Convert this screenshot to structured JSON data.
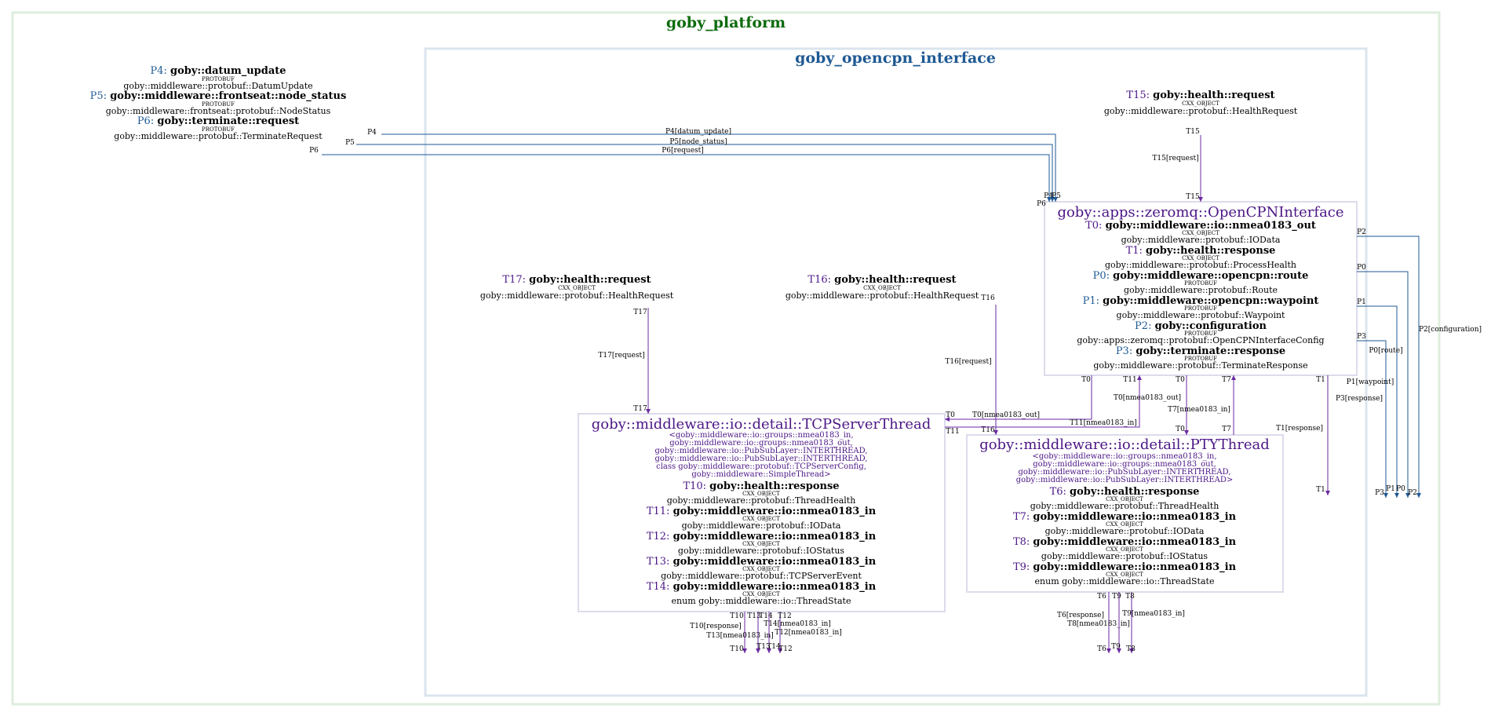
{
  "platform": {
    "title": "goby_platform",
    "color": "#0d6b0d"
  },
  "interface": {
    "title": "goby_opencpn_interface",
    "color": "#1f5a94"
  },
  "external": {
    "lines": [
      {
        "id": "P4",
        "label": "goby::datum_update",
        "scheme": "PROTOBUF",
        "type": "goby::middleware::protobuf::DatumUpdate"
      },
      {
        "id": "P5",
        "label": "goby::middleware::frontseat::node_status",
        "scheme": "PROTOBUF",
        "type": "goby::middleware::frontseat::protobuf::NodeStatus"
      },
      {
        "id": "P6",
        "label": "goby::terminate::request",
        "scheme": "PROTOBUF",
        "type": "goby::middleware::protobuf::TerminateRequest"
      }
    ]
  },
  "t15": {
    "id": "T15",
    "label": "goby::health::request",
    "scheme": "CXX_OBJECT",
    "type": "goby::middleware::protobuf::HealthRequest"
  },
  "t16": {
    "id": "T16",
    "label": "goby::health::request",
    "scheme": "CXX_OBJECT",
    "type": "goby::middleware::protobuf::HealthRequest"
  },
  "t17": {
    "id": "T17",
    "label": "goby::health::request",
    "scheme": "CXX_OBJECT",
    "type": "goby::middleware::protobuf::HealthRequest"
  },
  "opencpn": {
    "title": "goby::apps::zeromq::OpenCPNInterface",
    "rows": [
      {
        "id": "T0",
        "label": "goby::middleware::io::nmea0183_out",
        "scheme": "CXX_OBJECT",
        "type": "goby::middleware::protobuf::IOData"
      },
      {
        "id": "T1",
        "label": "goby::health::response",
        "scheme": "CXX_OBJECT",
        "type": "goby::middleware::protobuf::ProcessHealth"
      },
      {
        "id": "P0",
        "label": "goby::middleware::opencpn::route",
        "scheme": "PROTOBUF",
        "type": "goby::middleware::protobuf::Route"
      },
      {
        "id": "P1",
        "label": "goby::middleware::opencpn::waypoint",
        "scheme": "PROTOBUF",
        "type": "goby::middleware::protobuf::Waypoint"
      },
      {
        "id": "P2",
        "label": "goby::configuration",
        "scheme": "PROTOBUF",
        "type": "goby::apps::zeromq::protobuf::OpenCPNInterfaceConfig"
      },
      {
        "id": "P3",
        "label": "goby::terminate::response",
        "scheme": "PROTOBUF",
        "type": "goby::middleware::protobuf::TerminateResponse"
      }
    ]
  },
  "tcp": {
    "title": "goby::middleware::io::detail::TCPServerThread",
    "template": [
      "<goby::middleware::io::groups::nmea0183_in,",
      "goby::middleware::io::groups::nmea0183_out,",
      "goby::middleware::io::PubSubLayer::INTERTHREAD,",
      "goby::middleware::io::PubSubLayer::INTERTHREAD,",
      "class goby::middleware::protobuf::TCPServerConfig,",
      "goby::middleware::SimpleThread>"
    ],
    "rows": [
      {
        "id": "T10",
        "label": "goby::health::response",
        "scheme": "CXX_OBJECT",
        "type": "goby::middleware::protobuf::ThreadHealth"
      },
      {
        "id": "T11",
        "label": "goby::middleware::io::nmea0183_in",
        "scheme": "CXX_OBJECT",
        "type": "goby::middleware::protobuf::IOData"
      },
      {
        "id": "T12",
        "label": "goby::middleware::io::nmea0183_in",
        "scheme": "CXX_OBJECT",
        "type": "goby::middleware::protobuf::IOStatus"
      },
      {
        "id": "T13",
        "label": "goby::middleware::io::nmea0183_in",
        "scheme": "CXX_OBJECT",
        "type": "goby::middleware::protobuf::TCPServerEvent"
      },
      {
        "id": "T14",
        "label": "goby::middleware::io::nmea0183_in",
        "scheme": "CXX_OBJECT",
        "type": "enum goby::middleware::io::ThreadState"
      }
    ]
  },
  "pty": {
    "title": "goby::middleware::io::detail::PTYThread",
    "template": [
      "<goby::middleware::io::groups::nmea0183_in,",
      "goby::middleware::io::groups::nmea0183_out,",
      "goby::middleware::io::PubSubLayer::INTERTHREAD,",
      "goby::middleware::io::PubSubLayer::INTERTHREAD>"
    ],
    "rows": [
      {
        "id": "T6",
        "label": "goby::health::response",
        "scheme": "CXX_OBJECT",
        "type": "goby::middleware::protobuf::ThreadHealth"
      },
      {
        "id": "T7",
        "label": "goby::middleware::io::nmea0183_in",
        "scheme": "CXX_OBJECT",
        "type": "goby::middleware::protobuf::IOData"
      },
      {
        "id": "T8",
        "label": "goby::middleware::io::nmea0183_in",
        "scheme": "CXX_OBJECT",
        "type": "goby::middleware::protobuf::IOStatus"
      },
      {
        "id": "T9",
        "label": "goby::middleware::io::nmea0183_in",
        "scheme": "CXX_OBJECT",
        "type": "enum goby::middleware::io::ThreadState"
      }
    ]
  },
  "edges": {
    "p4": {
      "src": "P4",
      "label": "P4[datum_update]",
      "dst": "P4"
    },
    "p5": {
      "src": "P5",
      "label": "P5[node_status]",
      "dst": "P5"
    },
    "p6": {
      "src": "P6",
      "label": "P6[request]",
      "dst": "P6"
    },
    "t15": {
      "src": "T15",
      "label": "T15[request]",
      "dst": "T15"
    },
    "t16": {
      "src": "T16",
      "label": "T16[request]",
      "dst": "T16"
    },
    "t17": {
      "src": "T17",
      "label": "T17[request]",
      "dst": "T17"
    },
    "t0tcp": {
      "src": "T0",
      "label": "T0[nmea0183_out]",
      "dst": "T0"
    },
    "t11": {
      "src": "T11",
      "label": "T11[nmea0183_in]",
      "dst": "T11"
    },
    "t0pty": {
      "src": "T0",
      "label": "T0[nmea0183_out]",
      "dst": "T0"
    },
    "t7": {
      "src": "T7",
      "label": "T7[nmea0183_in]",
      "dst": "T7"
    },
    "t1": {
      "src": "T1",
      "label": "T1[response]",
      "dst": "T1"
    },
    "p0": {
      "src": "P0",
      "label": "P0[route]",
      "dst": "P0"
    },
    "p1": {
      "src": "P1",
      "label": "P1[waypoint]",
      "dst": "P1"
    },
    "p2": {
      "src": "P2",
      "label": "P2[configuration]",
      "dst": "P2"
    },
    "p3": {
      "src": "P3",
      "label": "P3[response]",
      "dst": "P3"
    },
    "t10": {
      "src": "T10",
      "label": "T10[response]",
      "dst": "T10"
    },
    "t13": {
      "src": "T13",
      "label": "T13[nmea0183_in]",
      "dst": "T13"
    },
    "t14": {
      "src": "T14",
      "label": "T14[nmea0183_in]",
      "dst": "T14"
    },
    "t12": {
      "src": "T12",
      "label": "T12[nmea0183_in]",
      "dst": "T12"
    },
    "t6": {
      "src": "T6",
      "label": "T6[response]",
      "dst": "T6"
    },
    "t8": {
      "src": "T8",
      "label": "T8[nmea0183_in]",
      "dst": "T8"
    },
    "t9": {
      "src": "T9",
      "label": "T9[nmea0183_in]",
      "dst": "T9"
    }
  }
}
